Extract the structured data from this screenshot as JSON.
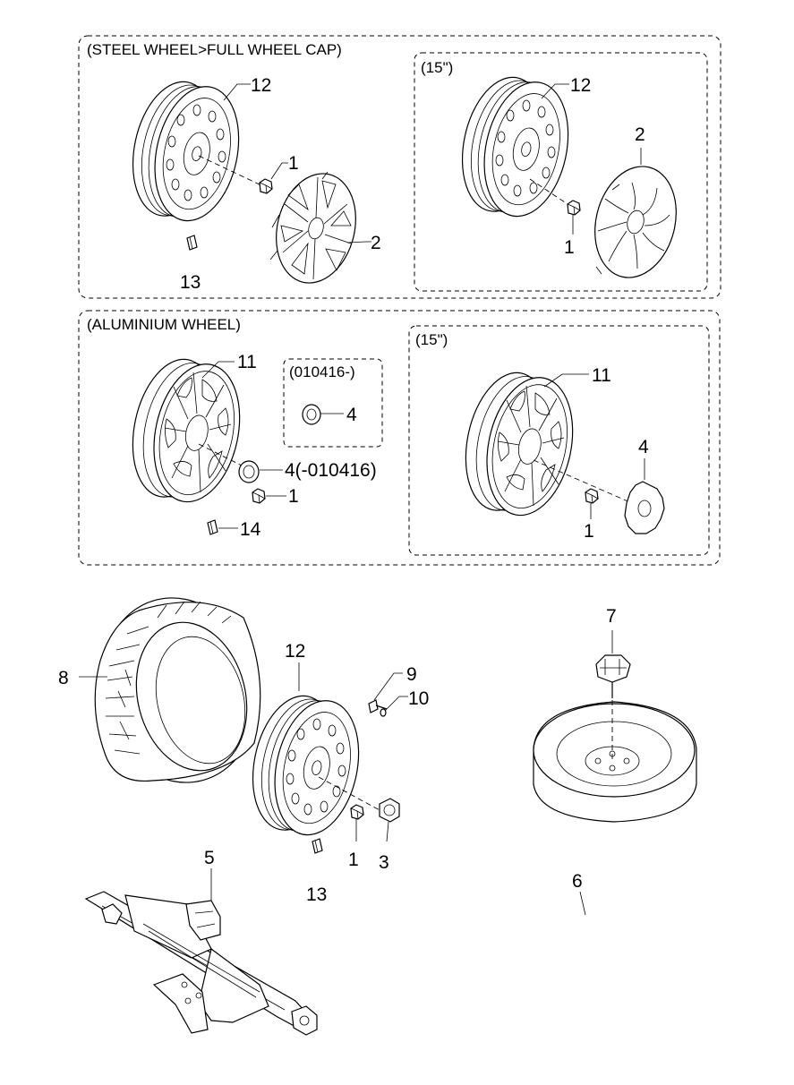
{
  "sections": {
    "steel_header": "(STEEL WHEEL>FULL WHEEL CAP)",
    "steel_15_header": "(15\")",
    "alu_header": "(ALUMINIUM WHEEL)",
    "alu_010416_header": "(010416-)",
    "alu_15_header": "(15\")"
  },
  "callouts": {
    "steel_wheel": "12",
    "steel_nut": "1",
    "steel_cap": "2",
    "steel_valve": "13",
    "steel15_wheel": "12",
    "steel15_cap": "2",
    "steel15_nut": "1",
    "alu_wheel": "11",
    "alu_ornament_new": "4",
    "alu_ornament_old": "4(-010416)",
    "alu_nut": "1",
    "alu_valve": "14",
    "alu15_wheel": "11",
    "alu15_ornament": "4",
    "alu15_nut": "1",
    "spare_tire": "8",
    "spare_wheel": "12",
    "bolt": "9",
    "washer": "10",
    "spare_nut": "1",
    "spare_cap": "3",
    "spare_valve": "13",
    "carrier": "7",
    "jack": "5",
    "jack_handle": "6"
  }
}
